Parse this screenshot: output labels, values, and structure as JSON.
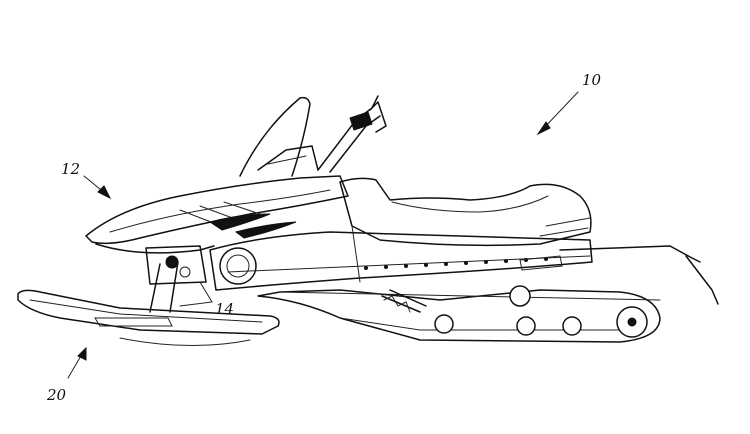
{
  "references": {
    "machine": "10",
    "front_cowl": "12",
    "ski_leg": "14",
    "ski": "20"
  },
  "colors": {
    "line": "#111111",
    "background": "#ffffff"
  }
}
